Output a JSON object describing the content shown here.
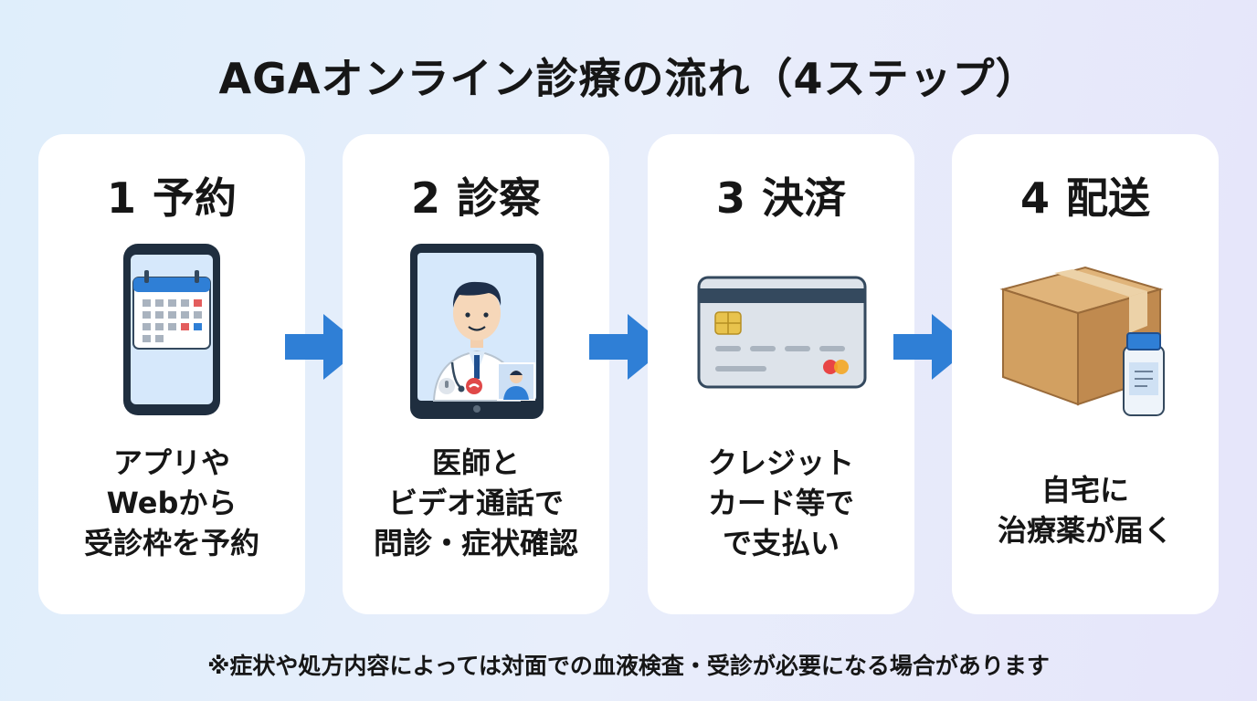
{
  "title": "AGAオンライン診療の流れ（4ステップ）",
  "steps": [
    {
      "num": "1",
      "title": "予約",
      "icon": "smartphone-calendar-icon",
      "desc": [
        "アプリや",
        "Webから",
        "受診枠を予約"
      ]
    },
    {
      "num": "2",
      "title": "診察",
      "icon": "tablet-video-call-doctor-icon",
      "desc": [
        "医師と",
        "ビデオ通話で",
        "問診・症状確認"
      ]
    },
    {
      "num": "3",
      "title": "決済",
      "icon": "credit-card-icon",
      "desc": [
        "クレジット",
        "カード等で",
        "で支払い"
      ]
    },
    {
      "num": "4",
      "title": "配送",
      "icon": "package-medicine-bottle-icon",
      "desc": [
        "自宅に",
        "治療薬が届く"
      ]
    }
  ],
  "note": "※症状や処方内容によっては対面での血液検査・受診が必要になる場合があります",
  "colors": {
    "arrow": "#2f7fd6",
    "card": "#ffffff",
    "text": "#161616"
  }
}
